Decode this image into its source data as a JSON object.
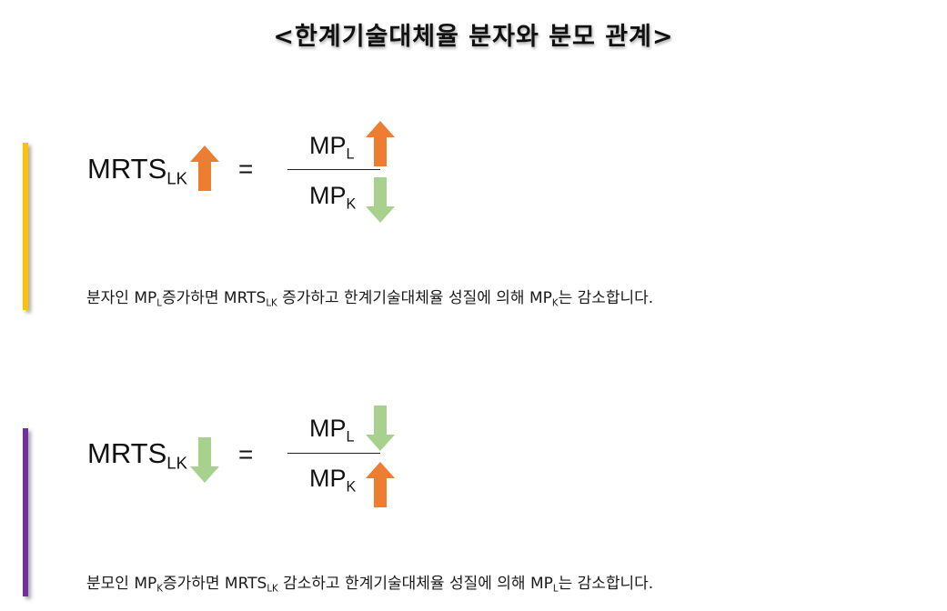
{
  "title": "<한계기술대체율 분자와 분모 관계>",
  "colors": {
    "up_arrow": "#ED7D31",
    "down_arrow": "#A9D18E",
    "bar_top": "#FFC000",
    "bar_bottom": "#7030A0"
  },
  "block1": {
    "mrts_main": "MRTS",
    "mrts_sub": "LK",
    "mrts_arrow": "up",
    "equals": "=",
    "num_main": "MP",
    "num_sub": "L",
    "num_arrow": "up",
    "den_main": "MP",
    "den_sub": "K",
    "den_arrow": "down",
    "sentence": {
      "p1": "분자인 MP",
      "s1": "L",
      "p2": "증가하면 MRTS",
      "s2": "LK",
      "p3": " 증가하고 한계기술대체율 성질에 의해 MP",
      "s3": "K",
      "p4": "는 감소합니다."
    }
  },
  "block2": {
    "mrts_main": "MRTS",
    "mrts_sub": "LK",
    "mrts_arrow": "down",
    "equals": "=",
    "num_main": "MP",
    "num_sub": "L",
    "num_arrow": "down",
    "den_main": "MP",
    "den_sub": "K",
    "den_arrow": "up",
    "sentence": {
      "p1": "분모인 MP",
      "s1": "K",
      "p2": "증가하면 MRTS",
      "s2": "LK",
      "p3": " 감소하고 한계기술대체율 성질에 의해 MP",
      "s3": "L",
      "p4": "는 감소합니다."
    }
  }
}
